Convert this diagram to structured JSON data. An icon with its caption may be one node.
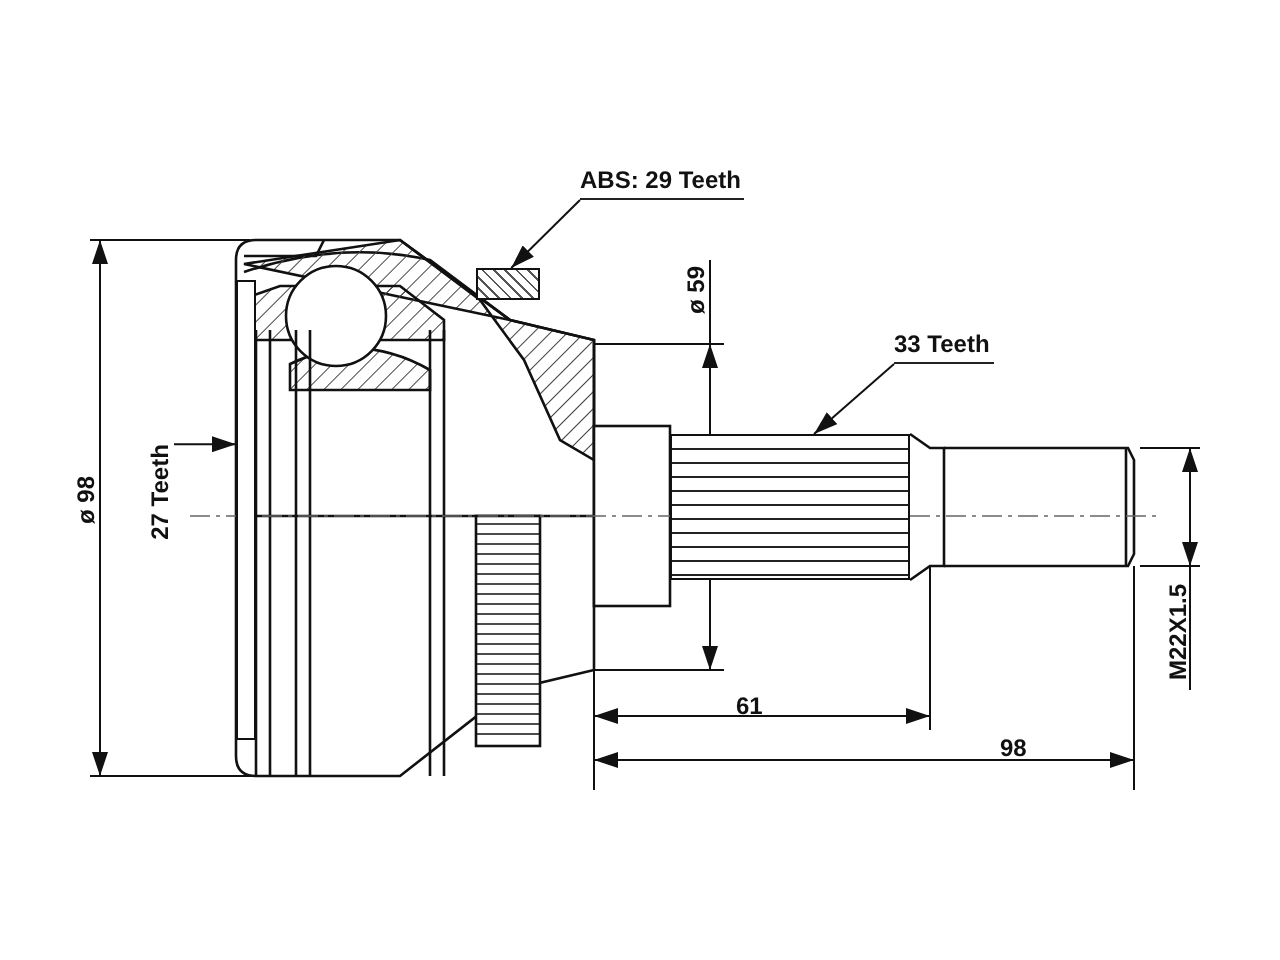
{
  "diagram": {
    "nodes": [
      {
        "text": [
          "ABS: 29 Teeth"
        ]
      },
      {
        "text": [],
        "shape": "box"
      },
      {
        "text": [
          "33 Teeth"
        ]
      },
      {
        "text": [],
        "shape": "box"
      },
      {
        "text": [
          "27 Teeth"
        ]
      },
      {
        "text": [],
        "shape": "box"
      }
    ],
    "edges": [
      {
        "from": 0,
        "to": 1,
        "arrow": "to"
      },
      {
        "from": 2,
        "to": 3,
        "arrow": "to"
      },
      {
        "from": 4,
        "to": 5,
        "arrow": "to"
      }
    ],
    "labels": [
      "ø 59",
      "ø 98",
      "61",
      "98",
      "M22X1.5"
    ]
  }
}
